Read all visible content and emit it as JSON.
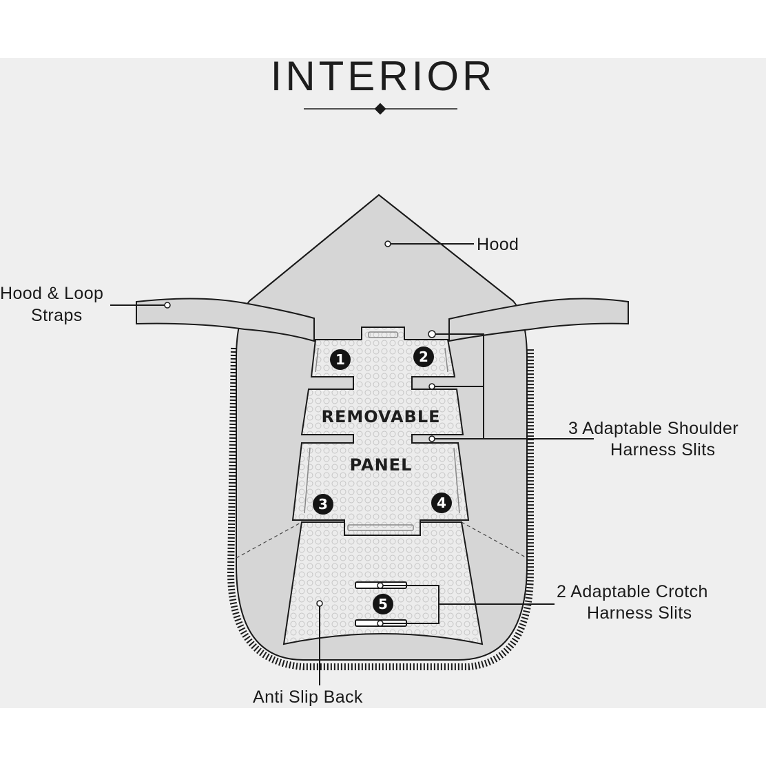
{
  "title": "INTERIOR",
  "labels": {
    "hood": "Hood",
    "straps_line1": "Hood & Loop",
    "straps_line2": "Straps",
    "shoulder_line1": "3 Adaptable Shoulder",
    "shoulder_line2": "Harness Slits",
    "crotch_line1": "2 Adaptable Crotch",
    "crotch_line2": "Harness Slits",
    "anti_slip": "Anti Slip Back"
  },
  "panel": {
    "line1": "REMOVABLE",
    "line2": "PANEL"
  },
  "markers": [
    "1",
    "2",
    "3",
    "4",
    "5"
  ],
  "colors": {
    "background": "#efefef",
    "body_fill": "#d6d6d6",
    "panel_fill": "#e6e6e6",
    "outline": "#1a1a1a"
  }
}
